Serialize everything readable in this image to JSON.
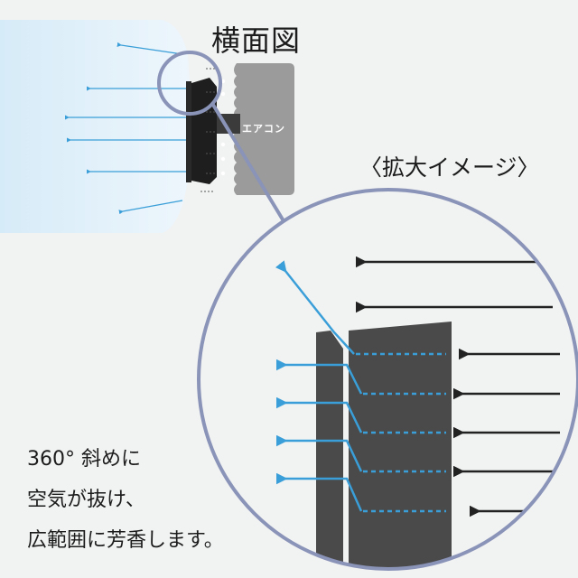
{
  "labels": {
    "side_view": "横面図",
    "zoom_view": "〈拡大イメージ〉",
    "aircon": "エアコン",
    "description": [
      "360° 斜めに",
      "空気が抜け、",
      "広範囲に芳香します。"
    ]
  },
  "colors": {
    "background": "#f1f2f2",
    "air_gradient": "#d9ecf8",
    "blue_arrow": "#3a9fd8",
    "black_arrow": "#222222",
    "device": "#4a4a4a",
    "wall": "#9b9b9b",
    "lens_ring": "#8a93b8"
  }
}
